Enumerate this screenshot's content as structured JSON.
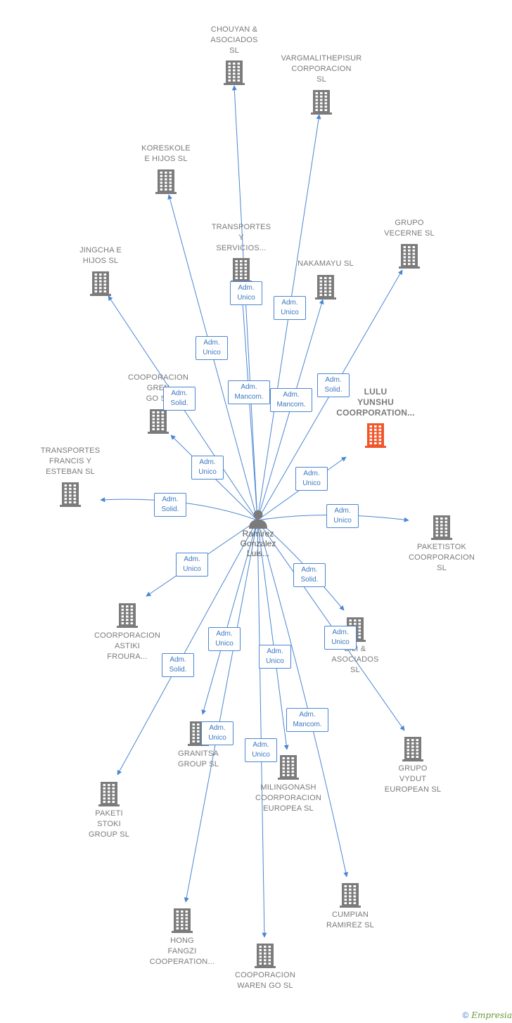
{
  "center": {
    "label": "Ramirez\nGonzalez\nLuis..."
  },
  "nodes": [
    {
      "id": "chouyan",
      "label": "CHOUYAN &\nASOCIADOS\nSL"
    },
    {
      "id": "vargmal",
      "label": "VARGMALITHEPISUR\nCORPORACION\nSL"
    },
    {
      "id": "koreskole",
      "label": "KORESKOLE\nE HIJOS  SL"
    },
    {
      "id": "transportes-y",
      "label": "TRANSPORTES\nY\nSERVICIOS..."
    },
    {
      "id": "grupo-vecerne",
      "label": "GRUPO\nVECERNE  SL"
    },
    {
      "id": "jingcha",
      "label": "JINGCHA E\nHIJOS  SL"
    },
    {
      "id": "nakamayu",
      "label": "NAKAMAYU  SL"
    },
    {
      "id": "cooporacion-gren",
      "label": "COOPORACION\nGREN\nGO  SL"
    },
    {
      "id": "lulu",
      "label": "LULU\nYUNSHU\nCOORPORATION..."
    },
    {
      "id": "transportes-francis",
      "label": "TRANSPORTES\nFRANCIS Y\nESTEBAN SL"
    },
    {
      "id": "paketistok",
      "label": "PAKETISTOK\nCOORPORACION\nSL"
    },
    {
      "id": "coorporacion-astiki",
      "label": "COORPORACION\nASTIKI\nFROURA..."
    },
    {
      "id": "zili",
      "label": "ZILI &\nASOCIADOS\nSL"
    },
    {
      "id": "granitsa",
      "label": "GRANITSA\nGROUP  SL"
    },
    {
      "id": "grupo-vydut",
      "label": "GRUPO\nVYDUT\nEUROPEAN  SL"
    },
    {
      "id": "milingonash",
      "label": "MILINGONASH\nCOORPORACION\nEUROPEA  SL"
    },
    {
      "id": "paketi",
      "label": "PAKETI\nSTOKI\nGROUP  SL"
    },
    {
      "id": "cumpian",
      "label": "CUMPIAN\nRAMIREZ SL"
    },
    {
      "id": "hong",
      "label": "HONG\nFANGZI\nCOOPERATION..."
    },
    {
      "id": "waren",
      "label": "COOPORACION\nWAREN GO  SL"
    }
  ],
  "edges": [
    {
      "to": "chouyan",
      "role": "Adm.\nUnico"
    },
    {
      "to": "vargmal",
      "role": "Adm.\nUnico"
    },
    {
      "to": "koreskole",
      "role": "Adm.\nUnico"
    },
    {
      "to": "transportes-y",
      "role": "Adm.\nMancom."
    },
    {
      "to": "grupo-vecerne",
      "role": "Adm.\nSolid."
    },
    {
      "to": "jingcha",
      "role": "Adm.\nSolid."
    },
    {
      "to": "nakamayu",
      "role": "Adm.\nMancom."
    },
    {
      "to": "cooporacion-gren",
      "role": "Adm.\nUnico"
    },
    {
      "to": "lulu",
      "role": "Adm.\nUnico"
    },
    {
      "to": "transportes-francis",
      "role": "Adm.\nSolid."
    },
    {
      "to": "paketistok",
      "role": "Adm.\nUnico"
    },
    {
      "to": "coorporacion-astiki",
      "role": "Adm.\nUnico"
    },
    {
      "to": "zili",
      "role": "Adm.\nSolid."
    },
    {
      "to": "granitsa",
      "role": "Adm.\nUnico"
    },
    {
      "to": "grupo-vydut",
      "role": "Adm.\nUnico"
    },
    {
      "to": "milingonash",
      "role": "Adm.\nUnico"
    },
    {
      "to": "paketi",
      "role": "Adm.\nSolid."
    },
    {
      "to": "cumpian",
      "role": "Adm.\nMancom."
    },
    {
      "to": "hong",
      "role": "Adm.\nUnico"
    },
    {
      "to": "waren",
      "role": "Adm.\nUnico"
    }
  ],
  "colors": {
    "edge": "#4a86d2",
    "building": "#7b7b7b",
    "highlight": "#f0562a",
    "person": "#7b7b7b"
  },
  "highlight_node": "lulu",
  "footer": {
    "symbol": "©",
    "brand": "Empresia"
  }
}
